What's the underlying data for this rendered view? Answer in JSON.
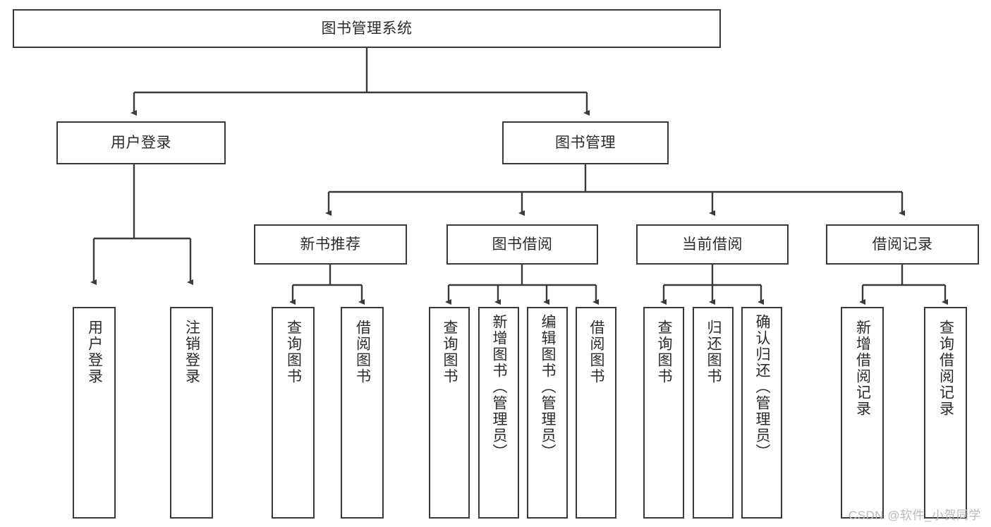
{
  "diagram": {
    "title": "图书管理系统",
    "type": "tree-hierarchy-chart",
    "watermark": "CSDN @软件_小贺同学",
    "colors": {
      "stroke": "#3a3a3a",
      "fill": "#ffffff",
      "text": "#2b2b2b",
      "watermark": "#b9b9b9"
    },
    "nodes": {
      "root": {
        "label": "图书管理系统"
      },
      "level1": [
        {
          "id": "user-login",
          "label": "用户登录"
        },
        {
          "id": "book-management",
          "label": "图书管理"
        }
      ],
      "level2": [
        {
          "id": "new-book-recommend",
          "label": "新书推荐"
        },
        {
          "id": "book-borrow",
          "label": "图书借阅"
        },
        {
          "id": "current-borrow",
          "label": "当前借阅"
        },
        {
          "id": "borrow-record",
          "label": "借阅记录"
        }
      ],
      "leaves": {
        "user_login": [
          {
            "id": "leaf-user-login",
            "label": "用户登录"
          },
          {
            "id": "leaf-logout-login",
            "label": "注销登录"
          }
        ],
        "new_book_recommend": [
          {
            "id": "leaf-query-book-1",
            "label": "查询图书"
          },
          {
            "id": "leaf-borrow-book-1",
            "label": "借阅图书"
          }
        ],
        "book_borrow": [
          {
            "id": "leaf-query-book-2",
            "label": "查询图书"
          },
          {
            "id": "leaf-add-book-admin",
            "label": "新增图书（管理员）"
          },
          {
            "id": "leaf-edit-book-admin",
            "label": "编辑图书（管理员）"
          },
          {
            "id": "leaf-borrow-book-2",
            "label": "借阅图书"
          }
        ],
        "current_borrow": [
          {
            "id": "leaf-query-book-3",
            "label": "查询图书"
          },
          {
            "id": "leaf-return-book",
            "label": "归还图书"
          },
          {
            "id": "leaf-confirm-return-admin",
            "label": "确认归还（管理员）"
          }
        ],
        "borrow_record": [
          {
            "id": "leaf-add-borrow-record",
            "label": "新增借阅记录"
          },
          {
            "id": "leaf-query-borrow-record",
            "label": "查询借阅记录"
          }
        ]
      }
    }
  }
}
